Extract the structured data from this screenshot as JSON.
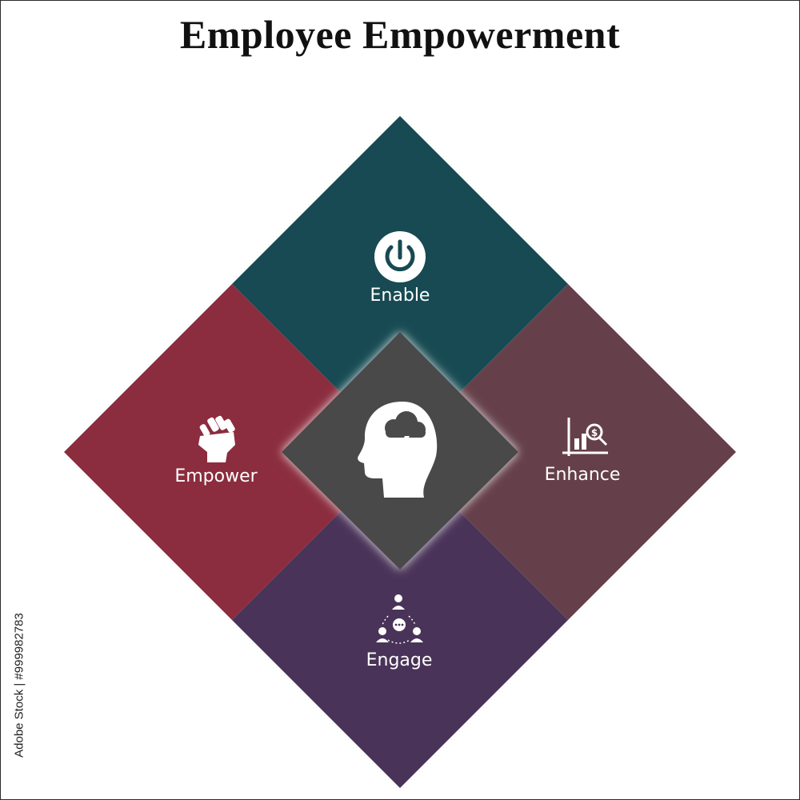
{
  "title": "Employee Empowerment",
  "center": {
    "icon": "head-with-storm-cloud-icon",
    "color": "#4a4a4a"
  },
  "segments": [
    {
      "id": "enable",
      "label": "Enable",
      "icon": "power-icon",
      "color": "#174a52"
    },
    {
      "id": "empower",
      "label": "Empower",
      "icon": "raised-fist-icon",
      "color": "#8b2d3e"
    },
    {
      "id": "enhance",
      "label": "Enhance",
      "icon": "chart-magnifier-icon",
      "color": "#65404a"
    },
    {
      "id": "engage",
      "label": "Engage",
      "icon": "team-discussion-icon",
      "color": "#4a3358"
    }
  ],
  "watermark": "Adobe Stock",
  "stock_id": "Adobe Stock | #999982783"
}
